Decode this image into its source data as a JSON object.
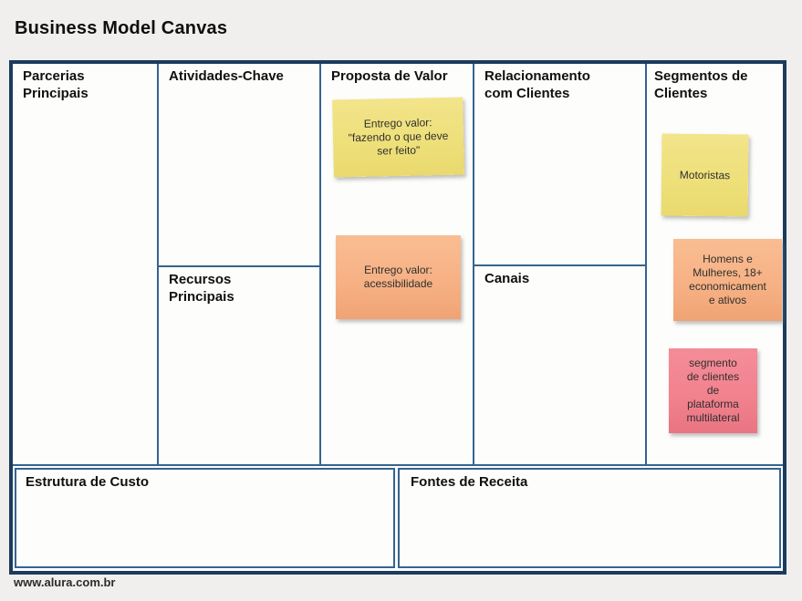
{
  "page": {
    "title": "Business Model Canvas",
    "footer": "www.alura.com.br"
  },
  "colors": {
    "page_background": "#f0efee",
    "canvas_background": "#fdfdfc",
    "canvas_border": "#1c3b5e",
    "grid_line": "#35648f",
    "note_yellow": "#eee07a",
    "note_orange": "#f6b083",
    "note_pink": "#f1818d",
    "text": "#101010"
  },
  "sections": {
    "parcerias": {
      "label": "Parcerias\nPrincipais"
    },
    "atividades": {
      "label": "Atividades-Chave"
    },
    "recursos": {
      "label": "Recursos\nPrincipais"
    },
    "proposta": {
      "label": "Proposta de Valor"
    },
    "relacionamento": {
      "label": "Relacionamento\ncom Clientes"
    },
    "canais": {
      "label": "Canais"
    },
    "segmentos": {
      "label": "Segmentos de\nClientes"
    },
    "estrutura": {
      "label": "Estrutura de Custo"
    },
    "fontes": {
      "label": "Fontes de Receita"
    }
  },
  "sticky_notes": [
    {
      "section": "proposta",
      "color": "yellow",
      "text": "Entrego valor:\n\"fazendo o que deve\nser feito\""
    },
    {
      "section": "proposta",
      "color": "orange",
      "text": "Entrego valor:\nacessibilidade"
    },
    {
      "section": "segmentos",
      "color": "yellow",
      "text": "Motoristas"
    },
    {
      "section": "segmentos",
      "color": "orange",
      "text": "Homens e\nMulheres, 18+\neconomicament\ne ativos"
    },
    {
      "section": "segmentos",
      "color": "pink",
      "text": "segmento\nde clientes\nde\nplataforma\nmultilateral"
    }
  ]
}
